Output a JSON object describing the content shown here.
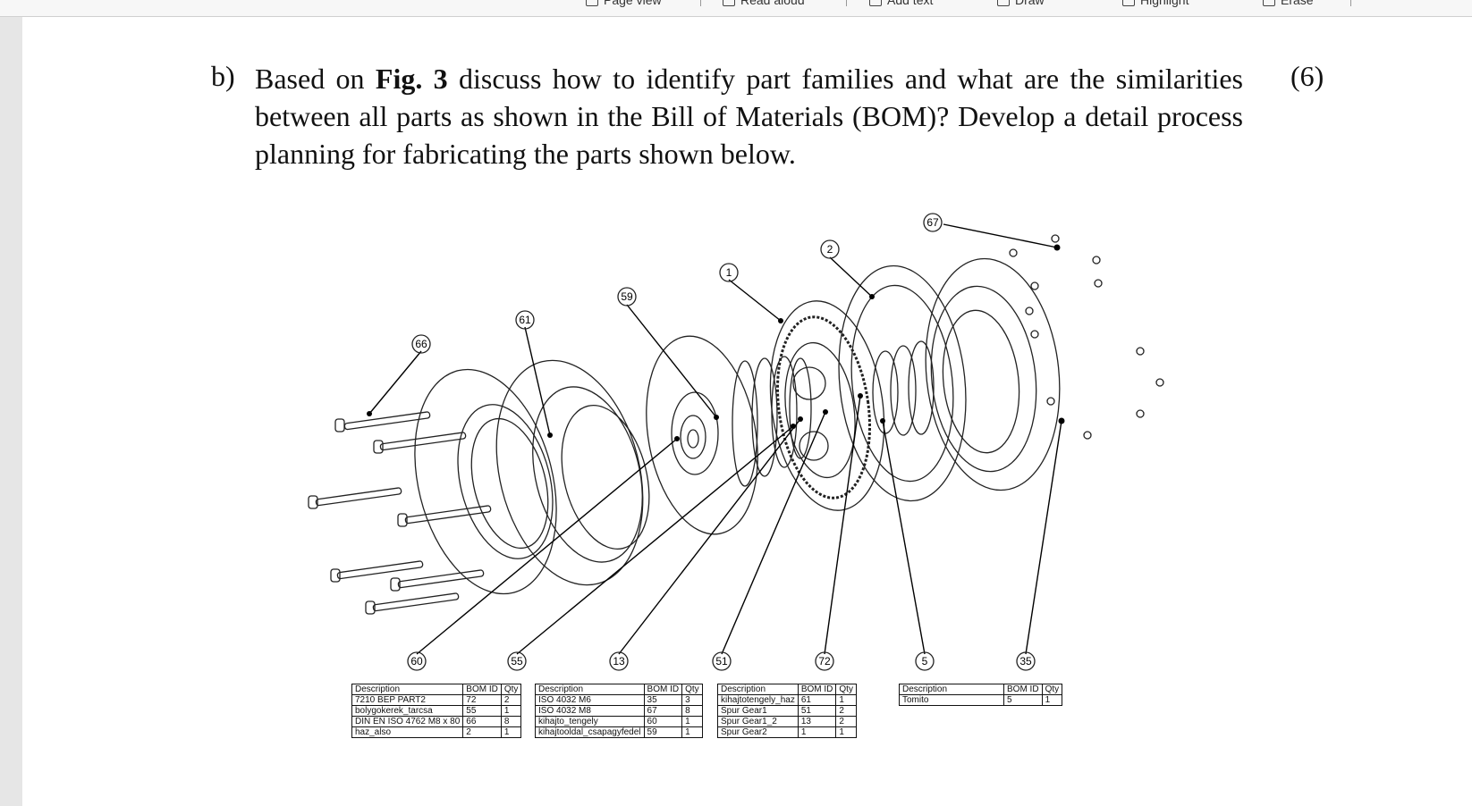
{
  "toolbar": {
    "items": [
      "Page view",
      "Read aloud",
      "Add text",
      "Draw",
      "Highlight",
      "Erase"
    ]
  },
  "question": {
    "label": "b)",
    "part1": "Based on ",
    "fig_ref": "Fig. 3",
    "part2": " discuss how to identify part families and what are the similarities between all parts as shown in the Bill of Materials (BOM)? Develop a detail process planning for fabricating the parts shown below.",
    "marks": "(6)"
  },
  "figure": {
    "callouts_top": [
      "67",
      "2",
      "1",
      "59",
      "61",
      "66"
    ],
    "callouts_bottom": [
      "60",
      "55",
      "13",
      "51",
      "72",
      "5",
      "35"
    ]
  },
  "bom_tables": [
    {
      "headers": [
        "Description",
        "BOM ID",
        "Qty"
      ],
      "rows": [
        [
          "7210 BEP PART2",
          "72",
          "2"
        ],
        [
          "bolygokerek_tarcsa",
          "55",
          "1"
        ],
        [
          "DIN EN ISO 4762 M8 x 80",
          "66",
          "8"
        ],
        [
          "haz_also",
          "2",
          "1"
        ]
      ]
    },
    {
      "headers": [
        "Description",
        "BOM ID",
        "Qty"
      ],
      "rows": [
        [
          "ISO 4032 M6",
          "35",
          "3"
        ],
        [
          "ISO 4032 M8",
          "67",
          "8"
        ],
        [
          "kihajto_tengely",
          "60",
          "1"
        ],
        [
          "kihajtooldal_csapagyfedel",
          "59",
          "1"
        ]
      ]
    },
    {
      "headers": [
        "Description",
        "BOM ID",
        "Qty"
      ],
      "rows": [
        [
          "kihajtotengely_haz",
          "61",
          "1"
        ],
        [
          "Spur Gear1",
          "51",
          "2"
        ],
        [
          "Spur Gear1_2",
          "13",
          "2"
        ],
        [
          "Spur Gear2",
          "1",
          "1"
        ]
      ]
    },
    {
      "headers": [
        "Description",
        "BOM ID",
        "Qty"
      ],
      "rows": [
        [
          "Tomito",
          "5",
          "1"
        ]
      ]
    }
  ]
}
